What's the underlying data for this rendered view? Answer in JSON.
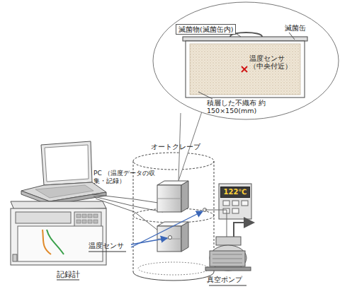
{
  "diagram": {
    "nodes": [
      {
        "text": [
          "122℃"
        ]
      }
    ],
    "labels": [
      "滅菌物(滅菌缶内)",
      "滅菌缶",
      "温度センサ （中央付近）",
      "積層した不織布 約150×150(mm)",
      "PC （温度データの収集・記録）",
      "オートクレーブ",
      "記録計",
      "温度センサ",
      "真空ポンプ"
    ]
  }
}
